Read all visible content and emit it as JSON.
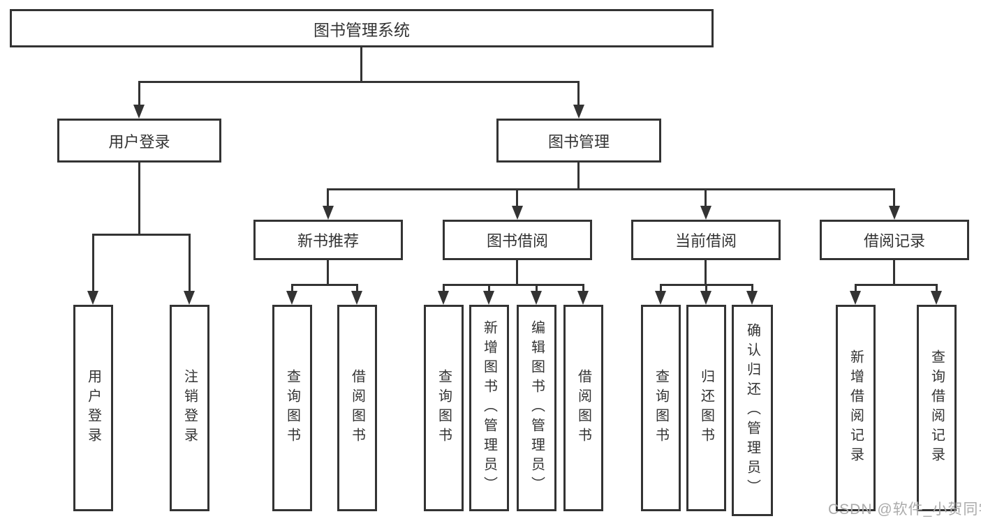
{
  "tree": {
    "label": "图书管理系统",
    "children": [
      {
        "label": "用户登录",
        "children": [
          {
            "label": "用户登录"
          },
          {
            "label": "注销登录"
          }
        ]
      },
      {
        "label": "图书管理",
        "children": [
          {
            "label": "新书推荐",
            "children": [
              {
                "label": "查询图书"
              },
              {
                "label": "借阅图书"
              }
            ]
          },
          {
            "label": "图书借阅",
            "children": [
              {
                "label": "查询图书"
              },
              {
                "label": "新增图书（管理员）"
              },
              {
                "label": "编辑图书（管理员）"
              },
              {
                "label": "借阅图书"
              }
            ]
          },
          {
            "label": "当前借阅",
            "children": [
              {
                "label": "查询图书"
              },
              {
                "label": "归还图书"
              },
              {
                "label": "确认归还（管理员）"
              }
            ]
          },
          {
            "label": "借阅记录",
            "children": [
              {
                "label": "新增借阅记录"
              },
              {
                "label": "查询借阅记录"
              }
            ]
          }
        ]
      }
    ]
  },
  "watermark": "CSDN @软件_小贺同学",
  "colors": {
    "line": "#333333",
    "text": "#333333",
    "box_bg": "#ffffff",
    "watermark": "#ababab"
  }
}
